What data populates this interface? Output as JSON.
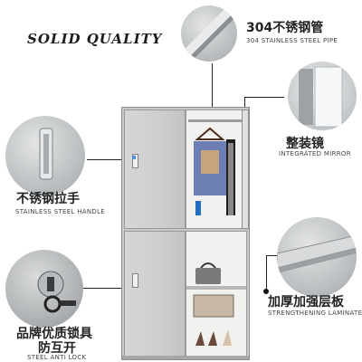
{
  "headline": "SOLID QUALITY",
  "callouts": {
    "pipe": {
      "cn": "304不锈钢管",
      "en": "304 STAINLESS STEEL PIPE"
    },
    "mirror": {
      "cn": "整装镜",
      "en": "INTEGRATED MIRROR"
    },
    "handle": {
      "cn": "不锈钢拉手",
      "en": "STAINLESS STEEL HANDLE"
    },
    "shelf": {
      "cn": "加厚加强层板",
      "en": "STRENGTHENING LAMINATE"
    },
    "lock": {
      "cn_line1": "品牌优质锁具",
      "cn_line2": "防互开",
      "en": "STEEL ANTI LOCK"
    }
  },
  "colors": {
    "cabinet": "#c9c8c6",
    "accent": "#222222",
    "background": "#ffffff"
  },
  "icons": [
    "steel-pipe-detail",
    "mirror-detail",
    "handle-detail",
    "shelf-detail",
    "lock-detail",
    "hanger-icon",
    "shirt-icon",
    "bag-icon",
    "shoes-icon",
    "bottle-icon"
  ]
}
